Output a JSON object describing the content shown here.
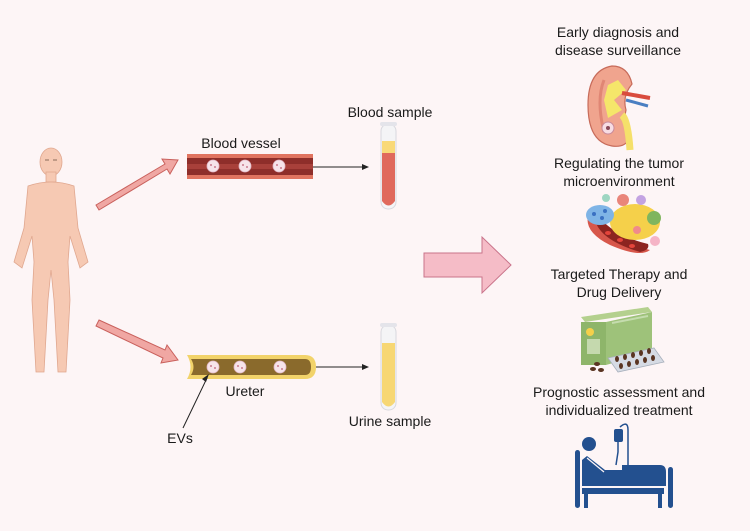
{
  "diagram": {
    "labels": {
      "blood_vessel": "Blood vessel",
      "blood_sample": "Blood sample",
      "ureter": "Ureter",
      "urine_sample": "Urine sample",
      "evs": "EVs"
    },
    "applications": [
      {
        "line1": "Early diagnosis and",
        "line2": "disease surveillance",
        "icon": "kidney-icon"
      },
      {
        "line1": "Regulating the tumor",
        "line2": "microenvironment",
        "icon": "tumor-microenvironment-icon"
      },
      {
        "line1": "Targeted Therapy and",
        "line2": "Drug Delivery",
        "icon": "medicine-box-icon"
      },
      {
        "line1": "Prognostic assessment and",
        "line2": "individualized treatment",
        "icon": "hospital-bed-icon"
      }
    ],
    "colors": {
      "background": "#fdf5f6",
      "arrow_fill": "#f0a7a3",
      "arrow_stroke": "#c9605c",
      "big_arrow_fill": "#f5bcc7",
      "big_arrow_stroke": "#c9738a",
      "vessel_outer": "#e07460",
      "vessel_inner": "#8e2e2a",
      "ureter_outer": "#f2d36a",
      "ureter_inner": "#8a6a2c",
      "plasma": "#f9d978",
      "blood": "#e0695c",
      "urine": "#f7d774",
      "bed_blue": "#23508f"
    }
  }
}
